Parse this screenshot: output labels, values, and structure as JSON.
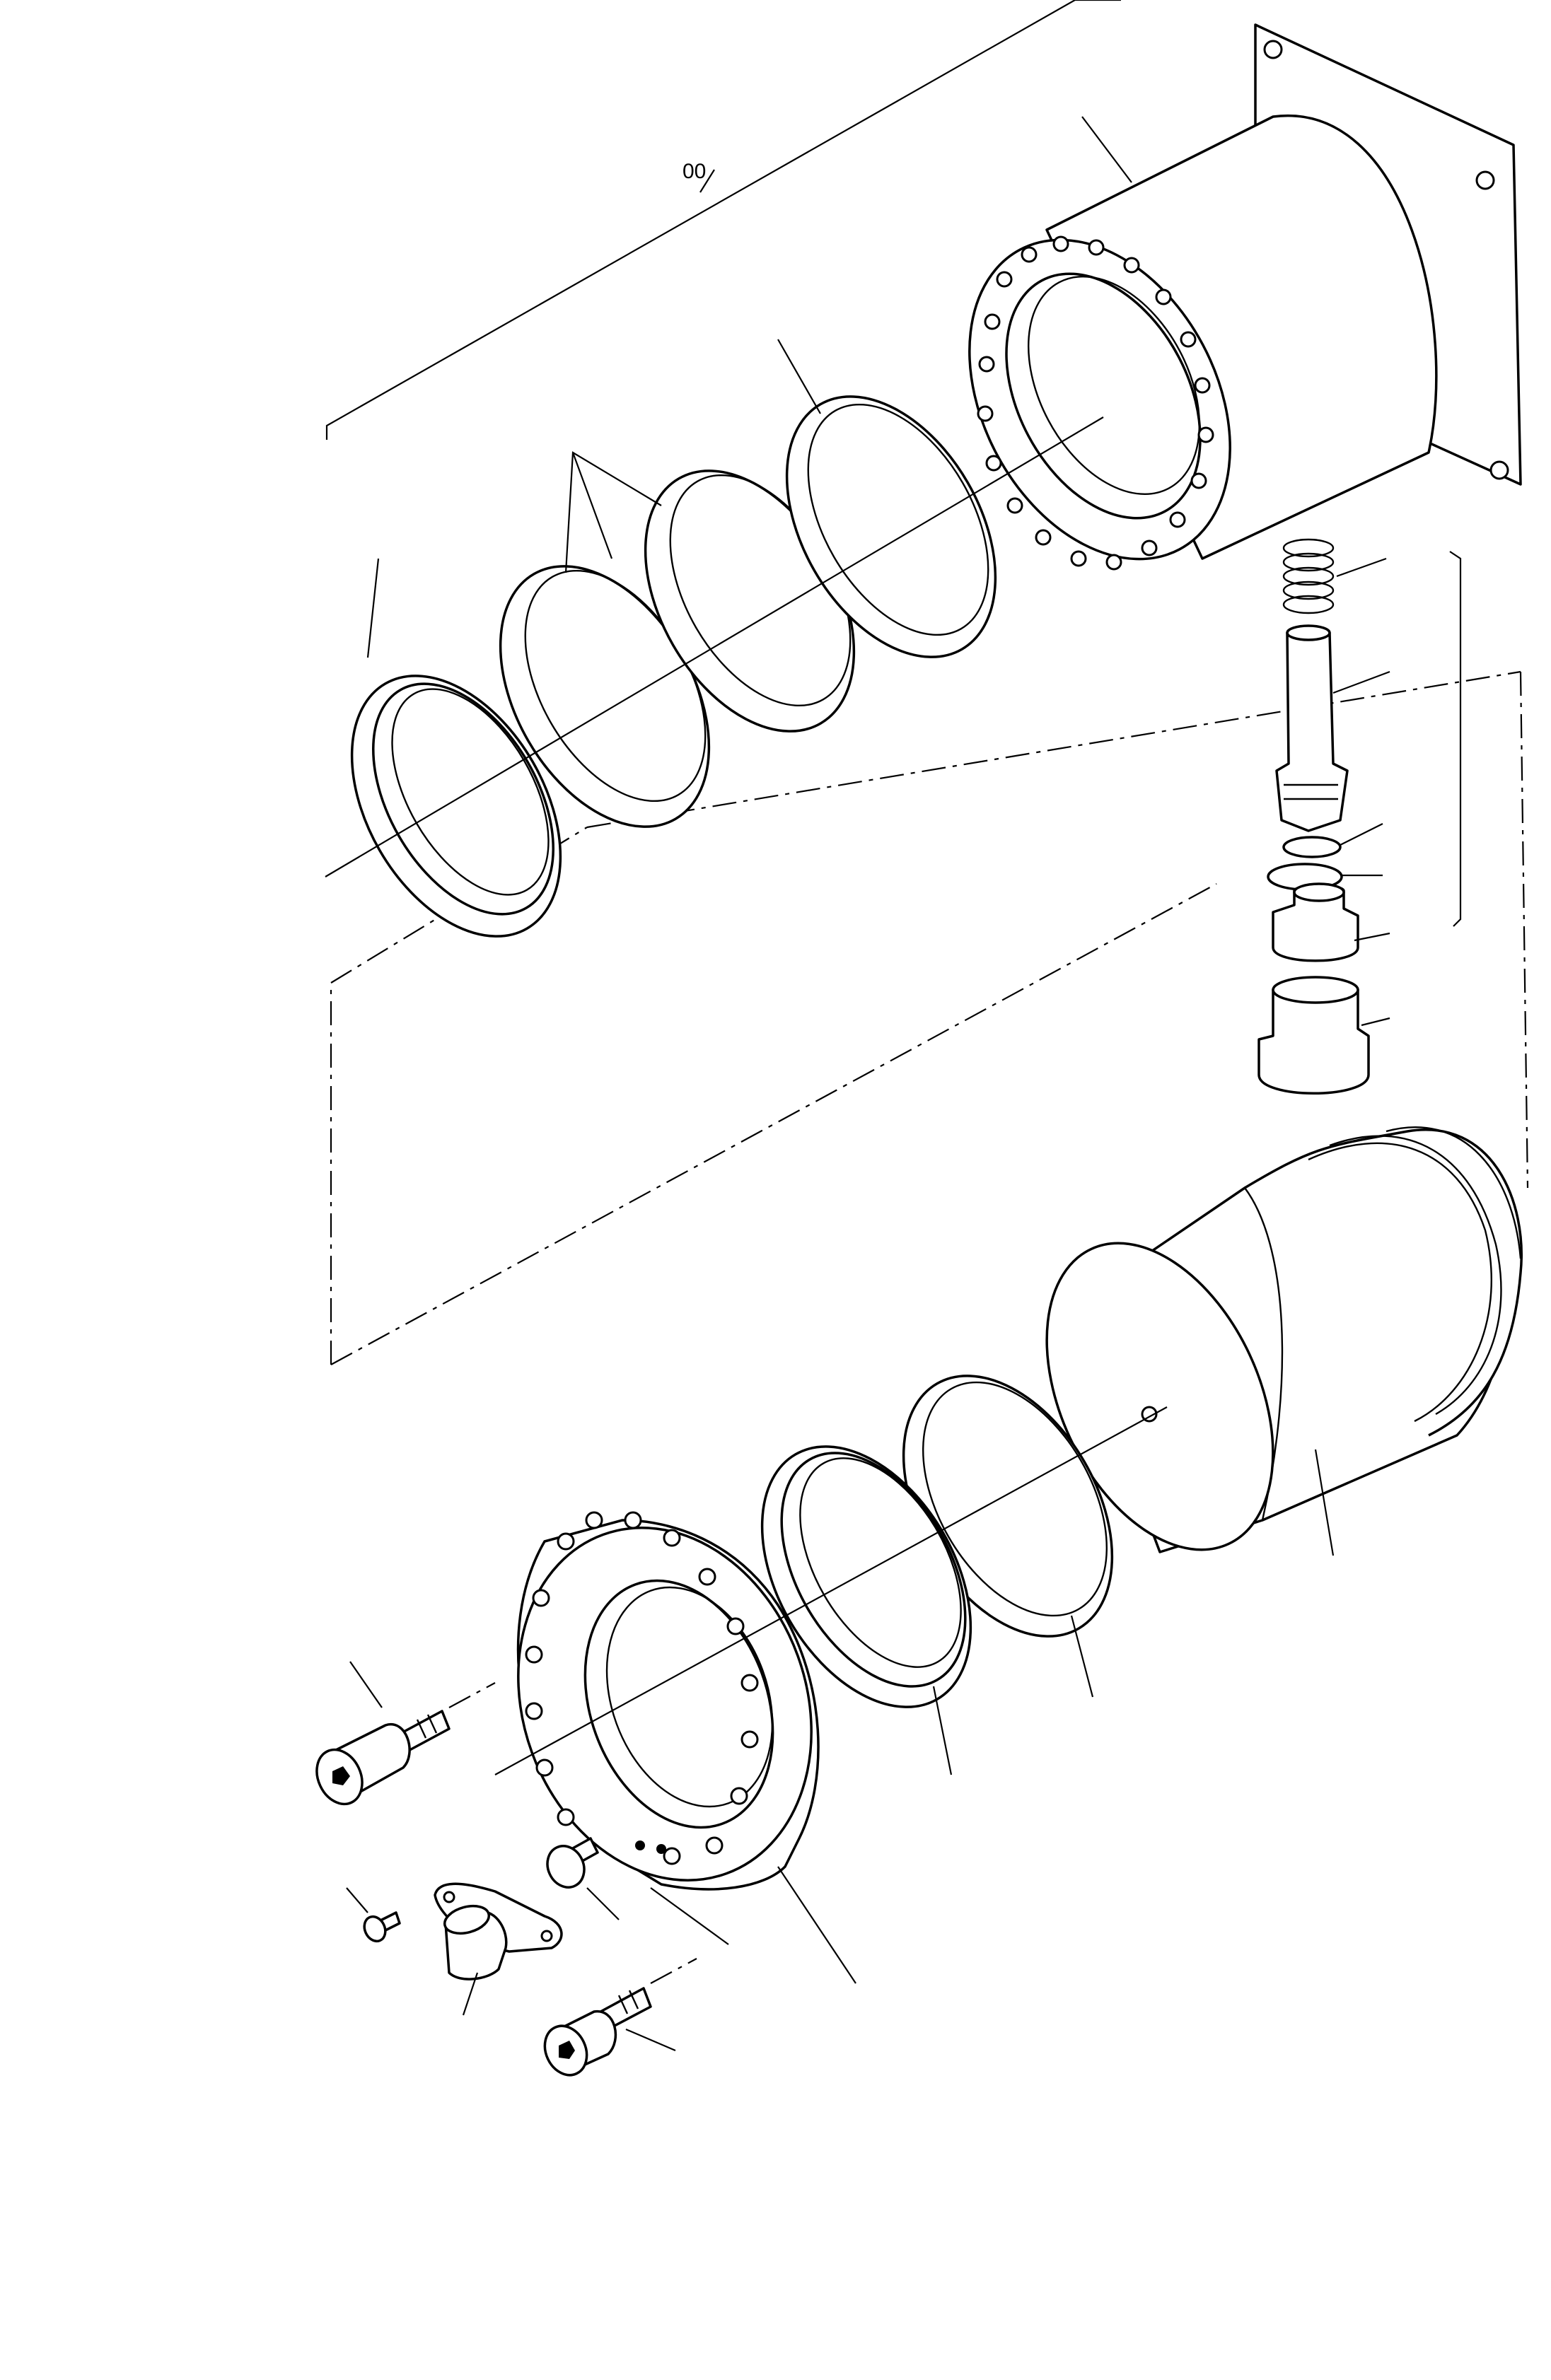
{
  "diagram": {
    "assembly_label": "00",
    "parts": [
      {
        "id": "housing-flange",
        "icon": "flanged-housing"
      },
      {
        "id": "bearing-ring-a",
        "icon": "ring"
      },
      {
        "id": "bearing-ring-b",
        "icon": "ring"
      },
      {
        "id": "bearing-ring-c",
        "icon": "ring"
      },
      {
        "id": "seal-ring-outer",
        "icon": "ring"
      },
      {
        "id": "spring",
        "icon": "coil-spring"
      },
      {
        "id": "valve-plunger",
        "icon": "plunger"
      },
      {
        "id": "o-ring-small",
        "icon": "o-ring"
      },
      {
        "id": "o-ring-large",
        "icon": "o-ring"
      },
      {
        "id": "valve-seat",
        "icon": "bushing"
      },
      {
        "id": "valve-cap",
        "icon": "bushing"
      },
      {
        "id": "piston",
        "icon": "piston"
      },
      {
        "id": "piston-ring-a",
        "icon": "ring"
      },
      {
        "id": "piston-ring-b",
        "icon": "ring"
      },
      {
        "id": "end-flange",
        "icon": "bolted-flange"
      },
      {
        "id": "cap-screw-large-a",
        "icon": "socket-head-screw"
      },
      {
        "id": "cap-screw-small",
        "icon": "socket-head-screw"
      },
      {
        "id": "plug-screw",
        "icon": "socket-head-screw"
      },
      {
        "id": "cover-plate",
        "icon": "flanged-cover"
      },
      {
        "id": "cap-screw-large-b",
        "icon": "socket-head-screw"
      }
    ]
  }
}
